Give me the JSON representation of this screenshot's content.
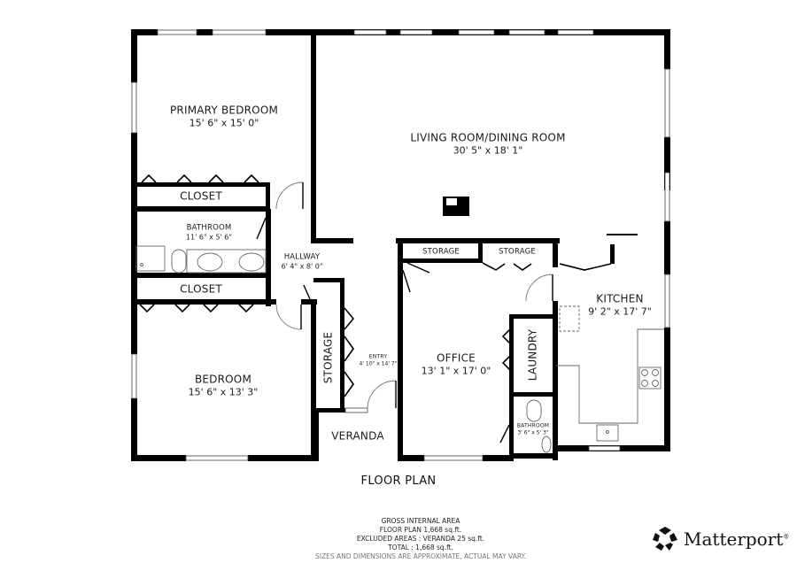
{
  "plan": {
    "title": "FLOOR PLAN",
    "rooms": [
      {
        "id": "primary-bedroom",
        "name": "PRIMARY BEDROOM",
        "dims": "15' 6\" x 15' 0\""
      },
      {
        "id": "living-dining",
        "name": "LIVING ROOM/DINING ROOM",
        "dims": "30' 5\" x 18' 1\""
      },
      {
        "id": "closet-1",
        "name": "CLOSET"
      },
      {
        "id": "bathroom-1",
        "name": "BATHROOM",
        "dims": "11' 6\" x 5' 6\""
      },
      {
        "id": "hallway",
        "name": "HALLWAY",
        "dims": "6' 4\" x 8' 0\""
      },
      {
        "id": "closet-2",
        "name": "CLOSET"
      },
      {
        "id": "storage-1",
        "name": "STORAGE"
      },
      {
        "id": "storage-2",
        "name": "STORAGE"
      },
      {
        "id": "kitchen",
        "name": "KITCHEN",
        "dims": "9' 2\" x 17' 7\""
      },
      {
        "id": "storage-3",
        "name": "STORAGE"
      },
      {
        "id": "entry",
        "name": "ENTRY",
        "dims": "4' 10\" x 14' 7\""
      },
      {
        "id": "office",
        "name": "OFFICE",
        "dims": "13' 1\" x 17' 0\""
      },
      {
        "id": "laundry",
        "name": "LAUNDRY"
      },
      {
        "id": "bedroom",
        "name": "BEDROOM",
        "dims": "15' 6\" x 13' 3\""
      },
      {
        "id": "bathroom-2",
        "name": "BATHROOM",
        "dims": "3' 6\" x 5' 3\""
      },
      {
        "id": "veranda",
        "name": "VERANDA"
      }
    ]
  },
  "area": {
    "heading": "GROSS INTERNAL AREA",
    "floor_plan": "FLOOR PLAN 1,668 sq.ft.",
    "excluded": "EXCLUDED AREAS :  VERANDA 25 sq.ft.",
    "total": "TOTAL :  1,668 sq.ft.",
    "disclaimer": "SIZES AND DIMENSIONS ARE APPROXIMATE, ACTUAL MAY VARY."
  },
  "brand": {
    "name": "Matterport",
    "mark": "®",
    "icon": "matterport-logo-icon"
  },
  "colors": {
    "wall": "#000000",
    "fixture": "#555555",
    "background": "#ffffff"
  }
}
